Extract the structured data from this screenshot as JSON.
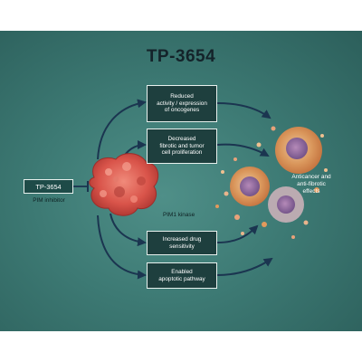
{
  "title": "TP-3654",
  "drug": {
    "name": "TP-3654",
    "description": "PIM inhibitor"
  },
  "target": {
    "label": "PIM1 kinase"
  },
  "effects": [
    "Reduced\nactivity / expression\nof oncogenes",
    "Decreased\nfibrotic and tumor\ncell  proliferation",
    "Increased drug\nsensitivity",
    "Enabled\napoptotic pathway"
  ],
  "outcome": "Anticancer and\nanti-fibrotic\neffects",
  "colors": {
    "background": "#3d7a74",
    "box_fill": "#1e3f3e",
    "arrow": "#1b3550",
    "protein": "#d9544a"
  }
}
